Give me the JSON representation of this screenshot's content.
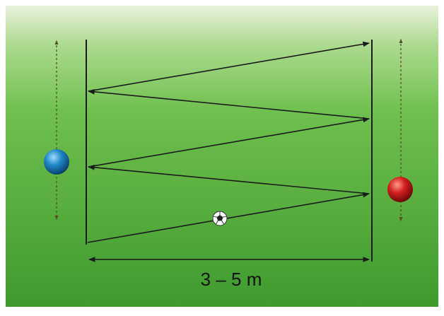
{
  "diagram": {
    "distance_label": "3 – 5 m",
    "colors": {
      "field_top": "#e9f1dc",
      "field_mid": "#6fc04e",
      "field_bottom": "#3f9a2e",
      "line": "#1a1a1a",
      "guide": "#5a4a2a",
      "player_left": "#1e88c8",
      "player_right": "#d42020",
      "ball": "#ffffff"
    },
    "icons": {
      "player_left": "blue-player-marker",
      "player_right": "red-player-marker",
      "ball": "soccer-ball"
    }
  }
}
